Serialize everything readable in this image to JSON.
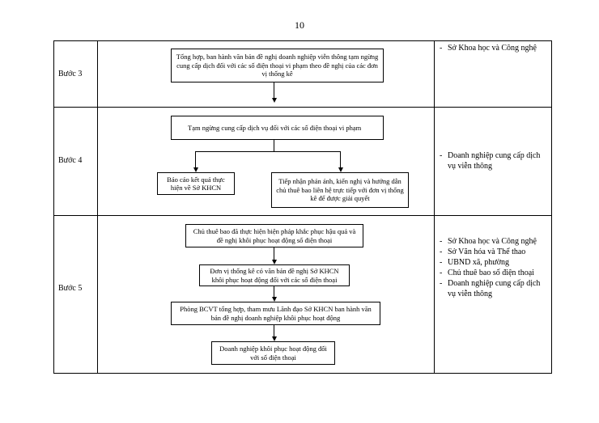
{
  "page_number": "10",
  "steps": [
    {
      "label": "Bước 3",
      "boxes": [
        "Tổng hợp, ban hành văn bản đề nghị doanh nghiệp viễn thông tạm ngừng cung cấp dịch đối với các số điện thoại vi phạm theo đề nghị của các đơn vị thống kê"
      ],
      "responsible": [
        "Sở Khoa học và Công nghệ"
      ]
    },
    {
      "label": "Bước 4",
      "boxes": [
        "Tạm ngừng cung cấp dịch vụ đối với các số điện thoại vi phạm",
        "Báo cáo kết quả thực hiện về Sở KHCN",
        "Tiếp nhận phản ánh, kiến nghị và hướng dẫn chủ thuê bao liên hệ trực tiếp với đơn vị thống kê để được giải quyết"
      ],
      "responsible": [
        "Doanh nghiệp cung cấp dịch vụ viễn thông"
      ]
    },
    {
      "label": "Bước 5",
      "boxes": [
        "Chủ thuê bao đã thực hiện biện pháp khắc phục hậu quả và đề nghị khôi phục hoạt động số điện thoại",
        "Đơn vị thống kê có văn bản đề nghị Sở KHCN khôi phục hoạt động đối với các số điện thoại",
        "Phòng BCVT tổng hợp, tham mưu Lãnh đạo Sở KHCN ban hành văn bản đề nghị doanh nghiệp khôi phục hoạt động",
        "Doanh nghiệp khôi phục hoạt động đối với số điện thoại"
      ],
      "responsible": [
        "Sở Khoa học và Công nghệ",
        "Sở Văn hóa và Thể thao",
        "UBND xã, phường",
        "Chủ thuê bao số điện thoại",
        "Doanh nghiệp cung cấp dịch vụ viễn thông"
      ]
    }
  ]
}
